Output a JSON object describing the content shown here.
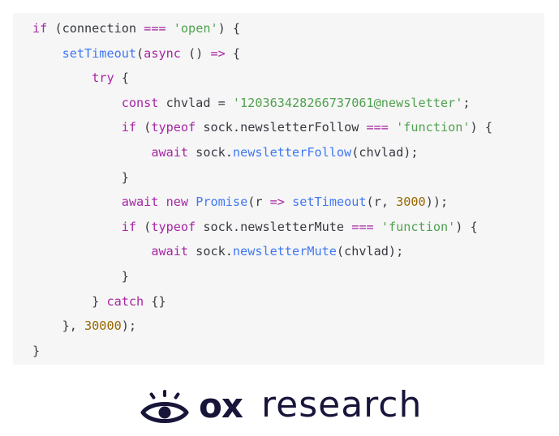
{
  "code": {
    "lines": [
      [
        {
          "t": "kw",
          "v": "if"
        },
        {
          "t": "plain",
          "v": " (connection "
        },
        {
          "t": "kw",
          "v": "==="
        },
        {
          "t": "plain",
          "v": " "
        },
        {
          "t": "str",
          "v": "'open'"
        },
        {
          "t": "plain",
          "v": ") {"
        }
      ],
      [
        {
          "t": "plain",
          "v": "    "
        },
        {
          "t": "fn",
          "v": "setTimeout"
        },
        {
          "t": "plain",
          "v": "("
        },
        {
          "t": "kw",
          "v": "async"
        },
        {
          "t": "plain",
          "v": " () "
        },
        {
          "t": "kw",
          "v": "=>"
        },
        {
          "t": "plain",
          "v": " {"
        }
      ],
      [
        {
          "t": "plain",
          "v": "        "
        },
        {
          "t": "kw",
          "v": "try"
        },
        {
          "t": "plain",
          "v": " {"
        }
      ],
      [
        {
          "t": "plain",
          "v": "            "
        },
        {
          "t": "kw",
          "v": "const"
        },
        {
          "t": "plain",
          "v": " chvlad = "
        },
        {
          "t": "str",
          "v": "'120363428266737061@newsletter'"
        },
        {
          "t": "plain",
          "v": ";"
        }
      ],
      [
        {
          "t": "plain",
          "v": "            "
        },
        {
          "t": "kw",
          "v": "if"
        },
        {
          "t": "plain",
          "v": " ("
        },
        {
          "t": "kw",
          "v": "typeof"
        },
        {
          "t": "plain",
          "v": " sock.newsletterFollow "
        },
        {
          "t": "kw",
          "v": "==="
        },
        {
          "t": "plain",
          "v": " "
        },
        {
          "t": "str",
          "v": "'function'"
        },
        {
          "t": "plain",
          "v": ") {"
        }
      ],
      [
        {
          "t": "plain",
          "v": "                "
        },
        {
          "t": "kw",
          "v": "await"
        },
        {
          "t": "plain",
          "v": " sock."
        },
        {
          "t": "fn",
          "v": "newsletterFollow"
        },
        {
          "t": "plain",
          "v": "(chvlad);"
        }
      ],
      [
        {
          "t": "plain",
          "v": "            }"
        }
      ],
      [
        {
          "t": "plain",
          "v": "            "
        },
        {
          "t": "kw",
          "v": "await"
        },
        {
          "t": "plain",
          "v": " "
        },
        {
          "t": "kw",
          "v": "new"
        },
        {
          "t": "plain",
          "v": " "
        },
        {
          "t": "fn",
          "v": "Promise"
        },
        {
          "t": "plain",
          "v": "(r "
        },
        {
          "t": "kw",
          "v": "=>"
        },
        {
          "t": "plain",
          "v": " "
        },
        {
          "t": "fn",
          "v": "setTimeout"
        },
        {
          "t": "plain",
          "v": "(r, "
        },
        {
          "t": "num",
          "v": "3000"
        },
        {
          "t": "plain",
          "v": "));"
        }
      ],
      [
        {
          "t": "plain",
          "v": "            "
        },
        {
          "t": "kw",
          "v": "if"
        },
        {
          "t": "plain",
          "v": " ("
        },
        {
          "t": "kw",
          "v": "typeof"
        },
        {
          "t": "plain",
          "v": " sock.newsletterMute "
        },
        {
          "t": "kw",
          "v": "==="
        },
        {
          "t": "plain",
          "v": " "
        },
        {
          "t": "str",
          "v": "'function'"
        },
        {
          "t": "plain",
          "v": ") {"
        }
      ],
      [
        {
          "t": "plain",
          "v": "                "
        },
        {
          "t": "kw",
          "v": "await"
        },
        {
          "t": "plain",
          "v": " sock."
        },
        {
          "t": "fn",
          "v": "newsletterMute"
        },
        {
          "t": "plain",
          "v": "(chvlad);"
        }
      ],
      [
        {
          "t": "plain",
          "v": "            }"
        }
      ],
      [
        {
          "t": "plain",
          "v": "        } "
        },
        {
          "t": "kw",
          "v": "catch"
        },
        {
          "t": "plain",
          "v": " {}"
        }
      ],
      [
        {
          "t": "plain",
          "v": "    }, "
        },
        {
          "t": "num",
          "v": "30000"
        },
        {
          "t": "plain",
          "v": ");"
        }
      ],
      [
        {
          "t": "plain",
          "v": "}"
        }
      ]
    ]
  },
  "brand": {
    "logo_icon": "eye-icon",
    "name_bold": "ox",
    "name_light": "research",
    "color": "#17153a"
  },
  "colors": {
    "keyword": "#a626a4",
    "string": "#50a14f",
    "function": "#4078f2",
    "number": "#986801",
    "plain": "#383a42",
    "code_background": "#f6f6f6"
  }
}
